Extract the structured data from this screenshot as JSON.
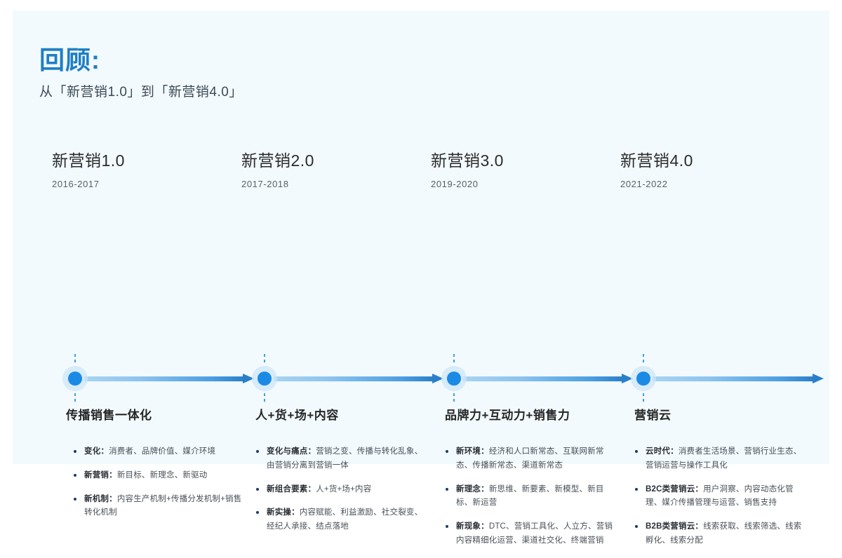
{
  "slide": {
    "title": "回顾:",
    "subtitle": "从「新营销1.0」到「新营销4.0」",
    "accent_color": "#1f7fc4",
    "background_color": "#f2fafd",
    "node_color": "#1a8ae5",
    "arrow_color": "#2a7fc9"
  },
  "stages": [
    {
      "name": "新营销1.0",
      "years": "2016-2017",
      "headline": "传播销售一体化",
      "bullets": [
        {
          "label": "变化：",
          "text": "消费者、品牌价值、媒介环境"
        },
        {
          "label": "新营销：",
          "text": "新目标、新理念、新驱动"
        },
        {
          "label": "新机制：",
          "text": "内容生产机制+传播分发机制+销售转化机制"
        }
      ]
    },
    {
      "name": "新营销2.0",
      "years": "2017-2018",
      "headline": "人+货+场+内容",
      "bullets": [
        {
          "label": "变化与痛点：",
          "text": "营销之变、传播与转化乱象、由营销分离到营销一体"
        },
        {
          "label": "新组合要素：",
          "text": "人+货+场+内容"
        },
        {
          "label": "新实操：",
          "text": "内容赋能、利益激励、社交裂变、经纪人承接、结点落地"
        }
      ]
    },
    {
      "name": "新营销3.0",
      "years": "2019-2020",
      "headline": "品牌力+互动力+销售力",
      "bullets": [
        {
          "label": "新环境：",
          "text": "经济和人口新常态、互联网新常态、传播新常态、渠道新常态"
        },
        {
          "label": "新理念：",
          "text": "新思维、新要素、新模型、新目标、新运营"
        },
        {
          "label": "新现象：",
          "text": "DTC、营销工具化、人立方、营销内容精细化运营、渠道社交化、终端营销"
        }
      ]
    },
    {
      "name": "新营销4.0",
      "years": "2021-2022",
      "headline": "营销云",
      "bullets": [
        {
          "label": "云时代：",
          "text": "消费者生活场景、营销行业生态、营销运营与操作工具化"
        },
        {
          "label": "B2C类营销云：",
          "text": "用户洞察、内容动态化管理、媒介传播管理与运营、销售支持"
        },
        {
          "label": "B2B类营销云：",
          "text": "线索获取、线索筛选、线索孵化、线索分配"
        }
      ]
    }
  ]
}
